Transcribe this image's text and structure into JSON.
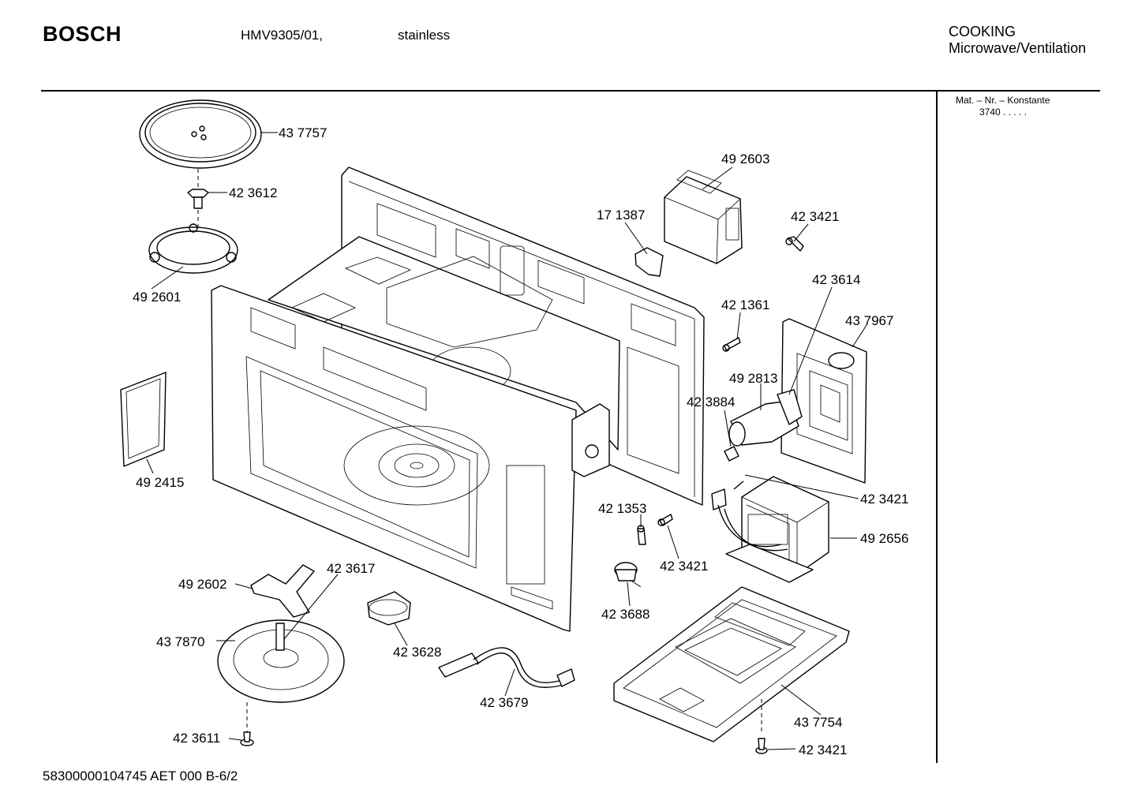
{
  "header": {
    "brand": "BOSCH",
    "model": "HMV9305/01,",
    "finish": "stainless",
    "category_line1": "COOKING",
    "category_line2": "Microwave/Ventilation"
  },
  "side_panel": {
    "label": "Mat. – Nr. – Konstante",
    "value": "3740  .   .   .   .   ."
  },
  "footer": {
    "code": "58300000104745 AET 000 B-6/2"
  },
  "parts": {
    "p437757": "43 7757",
    "p423612": "42 3612",
    "p492601": "49 2601",
    "p492415": "49 2415",
    "p492603": "49 2603",
    "p171387": "17 1387",
    "p423421a": "42 3421",
    "p423614": "42 3614",
    "p421361": "42 1361",
    "p437967": "43 7967",
    "p492813": "49 2813",
    "p423884": "42 3884",
    "p423421b": "42 3421",
    "p421353": "42 1353",
    "p492656": "49 2656",
    "p423421c": "42 3421",
    "p423688": "42 3688",
    "p492602": "49 2602",
    "p423617": "42 3617",
    "p437870": "43 7870",
    "p423628": "42 3628",
    "p423679": "42 3679",
    "p437754": "43 7754",
    "p423611": "42 3611",
    "p423421d": "42 3421"
  }
}
